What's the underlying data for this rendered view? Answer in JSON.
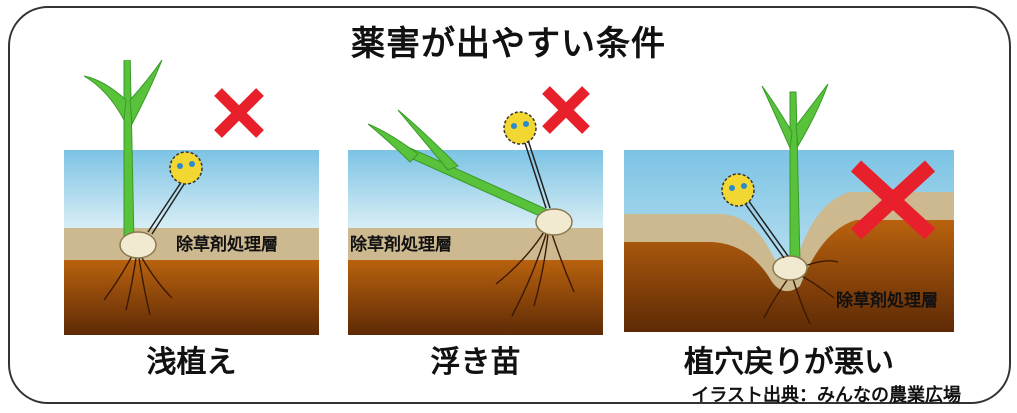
{
  "title": "薬害が出やすい条件",
  "layer_label": "除草剤処理層",
  "panels": [
    {
      "caption": "浅植え",
      "status": "cross-mark-icon"
    },
    {
      "caption": "浮き苗",
      "status": "cross-mark-icon"
    },
    {
      "caption": "植穴戻りが悪い",
      "status": "cross-mark-icon"
    }
  ],
  "credit": "イラスト出典：みんなの農業広場",
  "colors": {
    "water_top": "#7cc3e4",
    "water_bottom": "#d8eef5",
    "herbicide_layer": "#cdb98f",
    "soil_top": "#b9620e",
    "soil_bottom": "#5e2a06",
    "cross": "#e8202c",
    "leaf": "#57c23a",
    "spore": "#f2d632"
  }
}
